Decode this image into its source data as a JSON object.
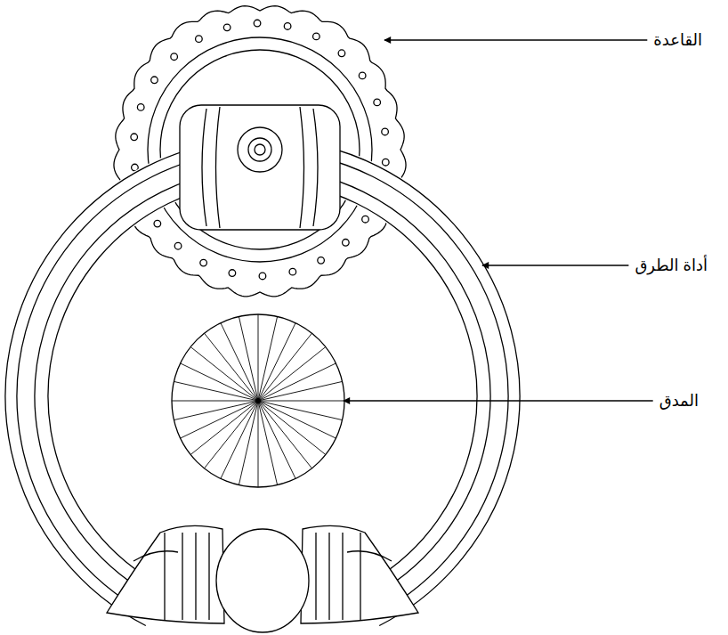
{
  "diagram": {
    "labels": [
      "القاعدة",
      "أداة الطرق",
      "المدق"
    ]
  }
}
